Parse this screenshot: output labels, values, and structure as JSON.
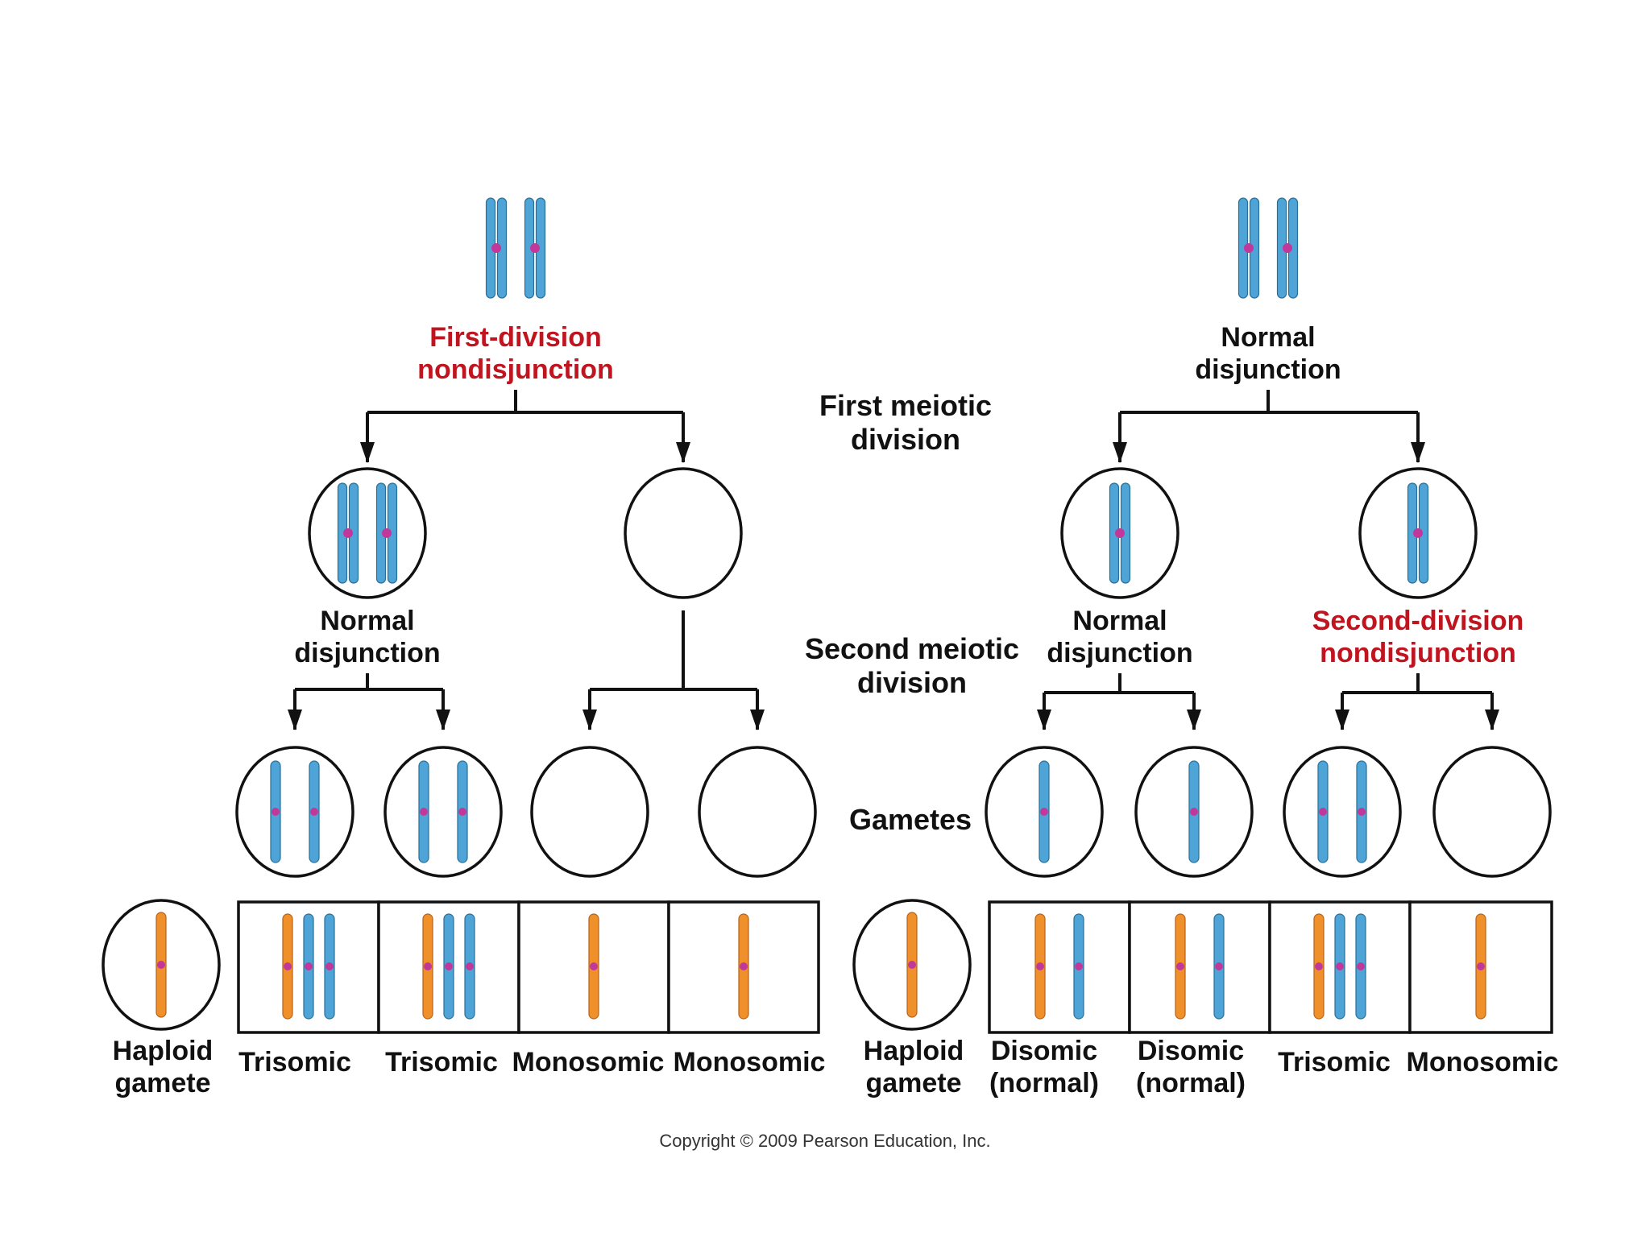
{
  "left_panel": {
    "top_label_line1": "First-division",
    "top_label_line2": "nondisjunction",
    "second_label_line1": "Normal",
    "second_label_line2": "disjunction",
    "offspring_labels": [
      "Trisomic",
      "Trisomic",
      "Monosomic",
      "Monosomic"
    ],
    "haploid_label_line1": "Haploid",
    "haploid_label_line2": "gamete"
  },
  "right_panel": {
    "top_label_line1": "Normal",
    "top_label_line2": "disjunction",
    "second_left_label_line1": "Normal",
    "second_left_label_line2": "disjunction",
    "second_right_label_line1": "Second-division",
    "second_right_label_line2": "nondisjunction",
    "offspring_labels": [
      {
        "line1": "Disomic",
        "line2": "(normal)"
      },
      {
        "line1": "Disomic",
        "line2": "(normal)"
      },
      {
        "line1": "Trisomic",
        "line2": ""
      },
      {
        "line1": "Monosomic",
        "line2": ""
      }
    ],
    "haploid_label_line1": "Haploid",
    "haploid_label_line2": "gamete"
  },
  "center_labels": {
    "first_division_line1": "First meiotic",
    "first_division_line2": "division",
    "second_division_line1": "Second meiotic",
    "second_division_line2": "division",
    "gametes": "Gametes"
  },
  "copyright": "Copyright © 2009 Pearson Education, Inc.",
  "colors": {
    "maternal_chromosome": "#4ea4d6",
    "paternal_chromosome": "#f0902a",
    "centromere": "#c2389a",
    "highlight_text": "#c0141f"
  }
}
